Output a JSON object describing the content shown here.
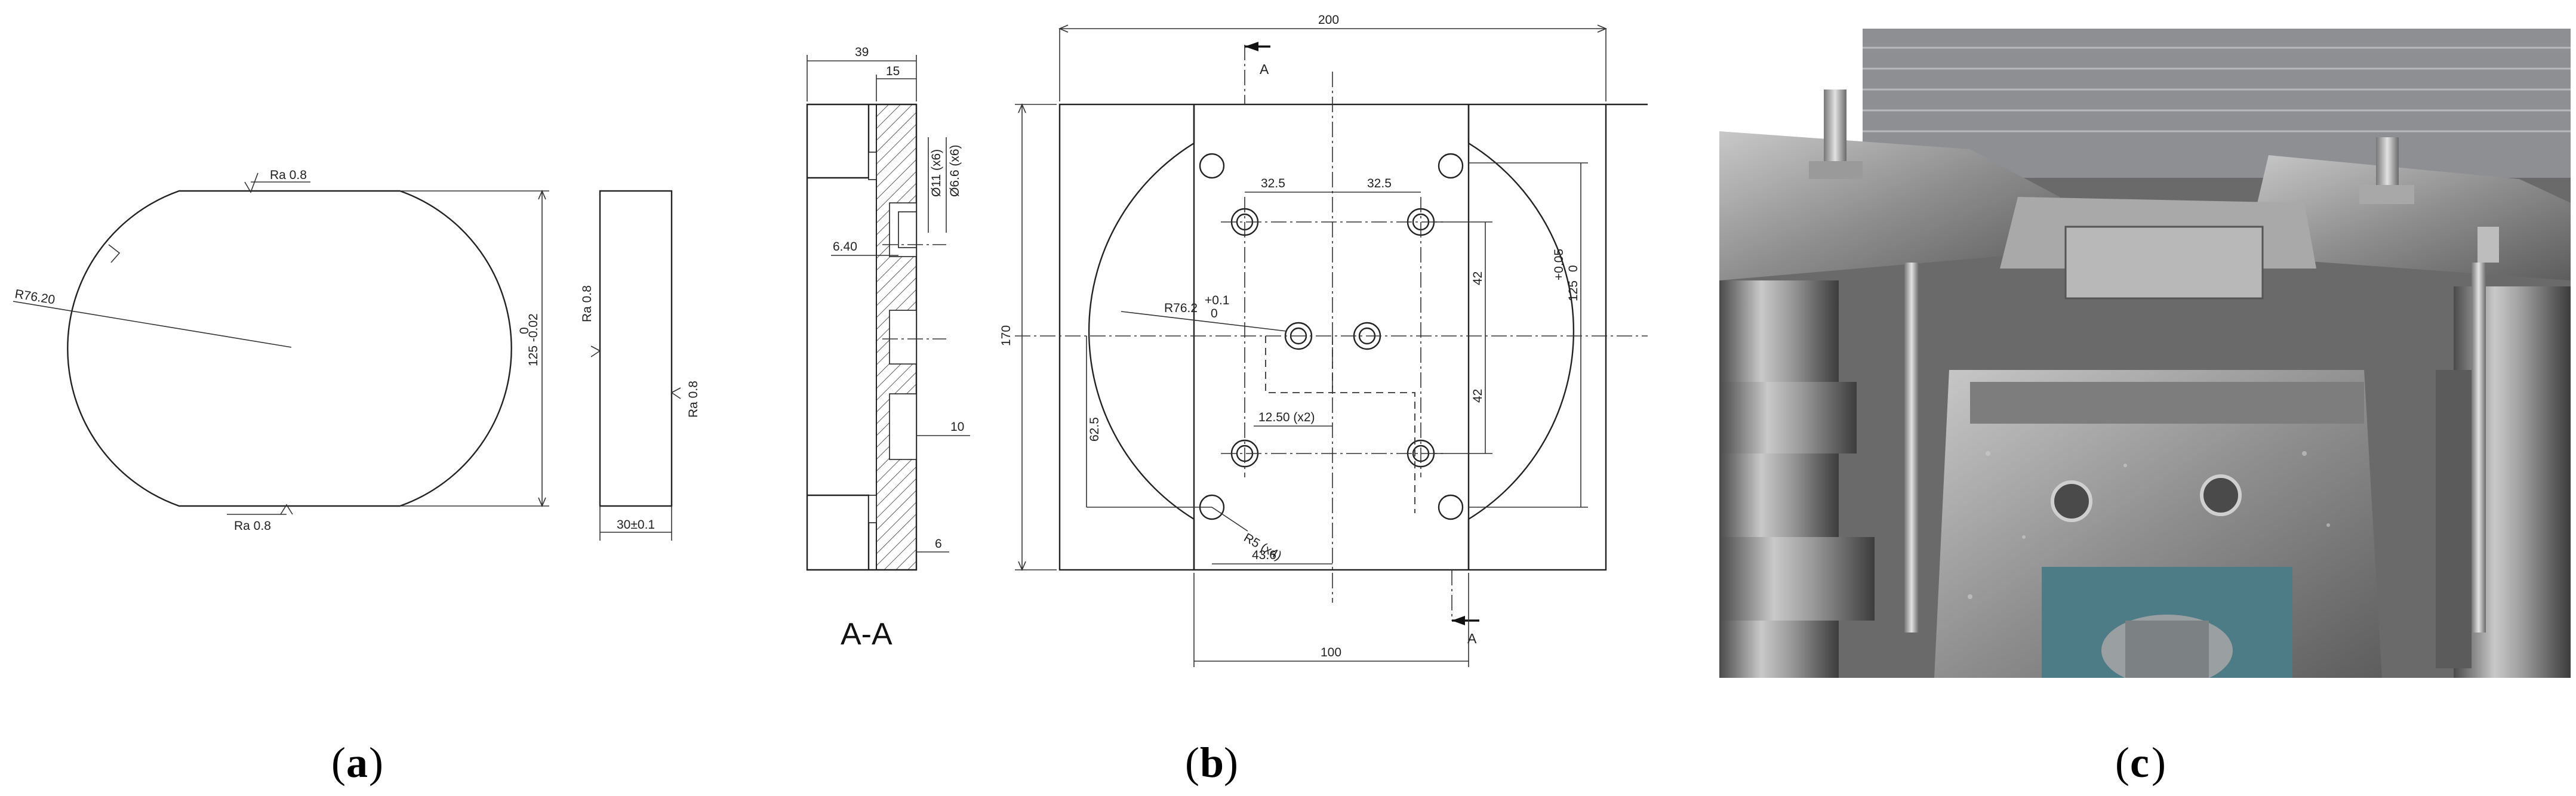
{
  "panel_a": {
    "caption_letter": "a",
    "dim_radius": "R76.20",
    "dim_height_top": "0",
    "dim_height_main": "125 -0.02",
    "dim_thickness": "30±0.1",
    "ra_top": "Ra 0.8",
    "ra_bottom": "Ra 0.8",
    "ra_side_a": "Ra 0.8",
    "ra_side_b": "Ra 0.8"
  },
  "panel_b": {
    "caption_letter": "b",
    "section_title": "A-A",
    "section_marker": "A",
    "dims": {
      "overall_width": "200",
      "overall_height": "170",
      "pitch_left": "32.5",
      "pitch_right": "32.5",
      "vert_upper": "42",
      "vert_lower": "42",
      "height_125": "125",
      "height_tol_top": "+0.05",
      "height_tol_bottom": "0",
      "radius": "R76.2",
      "radius_tol_top": "+0.1",
      "radius_tol_bottom": "0",
      "small_offset": "12.50 (x2)",
      "corner_radius": "R5 (x4)",
      "offset_436": "43.6",
      "offset_625": "62.5",
      "bottom_width": "100",
      "sec_39": "39",
      "sec_15": "15",
      "sec_640": "6.40",
      "sec_10": "10",
      "sec_6": "6",
      "sec_hole1": "Ø11 (x6)",
      "sec_hole2": "Ø6.6 (x6)"
    }
  },
  "panel_c": {
    "caption_letter": "c"
  },
  "colors": {
    "line": "#222222",
    "photo_metal": "#8c8c8c",
    "photo_blue": "#4d7b86"
  }
}
